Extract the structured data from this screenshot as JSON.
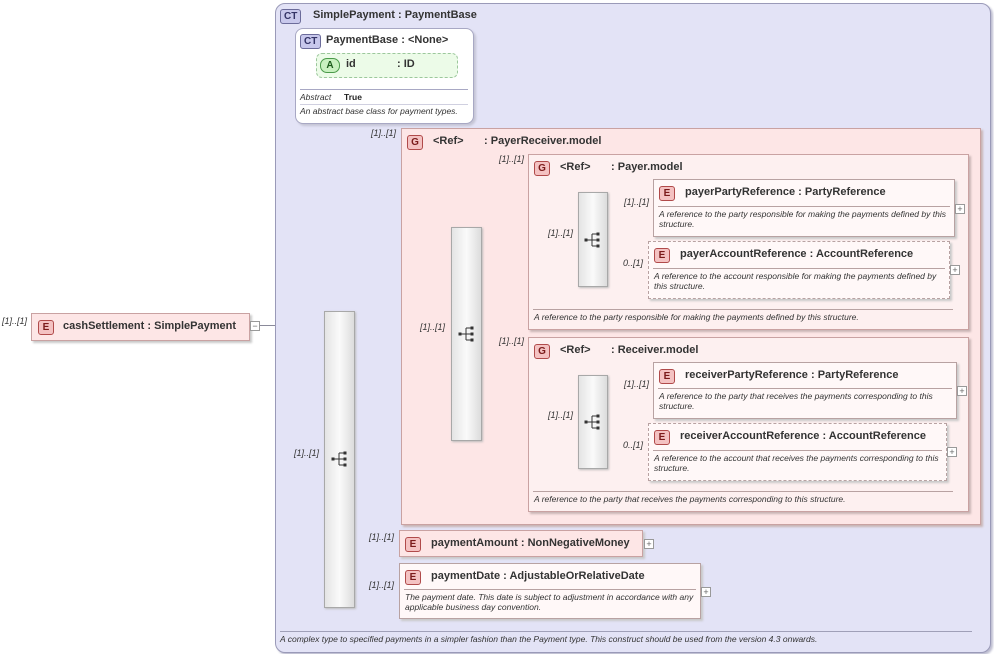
{
  "root_element": {
    "badge": "E",
    "name": "cashSettlement",
    "type": "SimplePayment",
    "cardinality": "[1]..[1]",
    "toggle": "−"
  },
  "complex_type": {
    "badge": "CT",
    "name": "SimplePayment",
    "type": "PaymentBase",
    "description": "A complex type to specified payments in a simpler fashion than the Payment type. This construct should be used from the version 4.3 onwards."
  },
  "base_type": {
    "badge": "CT",
    "name": "PaymentBase",
    "type": "<None>",
    "attribute": {
      "badge": "A",
      "name": "id",
      "type": "ID"
    },
    "prop_label": "Abstract",
    "prop_value": "True",
    "description": "An abstract base class for payment types."
  },
  "main_sequence": {
    "cardinality": "[1]..[1]"
  },
  "payer_receiver_group": {
    "badge": "G",
    "ref": "<Ref>",
    "type": "PayerReceiver.model",
    "cardinality": "[1]..[1]",
    "seq_cardinality": "[1]..[1]"
  },
  "payer_group": {
    "badge": "G",
    "ref": "<Ref>",
    "type": "Payer.model",
    "cardinality": "[1]..[1]",
    "seq_cardinality": "[1]..[1]",
    "description": "A reference to the party responsible for making the payments defined by this structure.",
    "elements": [
      {
        "badge": "E",
        "name": "payerPartyReference",
        "type": "PartyReference",
        "cardinality": "[1]..[1]",
        "description": "A reference to the party responsible for making the payments defined by this structure."
      },
      {
        "badge": "E",
        "name": "payerAccountReference",
        "type": "AccountReference",
        "cardinality": "0..[1]",
        "description": "A reference to the account responsible for making the payments defined by this structure."
      }
    ]
  },
  "receiver_group": {
    "badge": "G",
    "ref": "<Ref>",
    "type": "Receiver.model",
    "cardinality": "[1]..[1]",
    "seq_cardinality": "[1]..[1]",
    "description": "A reference to the party that receives the payments corresponding to this structure.",
    "elements": [
      {
        "badge": "E",
        "name": "receiverPartyReference",
        "type": "PartyReference",
        "cardinality": "[1]..[1]",
        "description": "A reference to the party that receives the payments corresponding to this structure."
      },
      {
        "badge": "E",
        "name": "receiverAccountReference",
        "type": "AccountReference",
        "cardinality": "0..[1]",
        "description": "A reference to the account that receives the payments corresponding to this structure."
      }
    ]
  },
  "payment_amount": {
    "badge": "E",
    "name": "paymentAmount",
    "type": "NonNegativeMoney",
    "cardinality": "[1]..[1]"
  },
  "payment_date": {
    "badge": "E",
    "name": "paymentDate",
    "type": "AdjustableOrRelativeDate",
    "cardinality": "[1]..[1]",
    "description": "The payment date. This date is subject to adjustment in accordance with any applicable business day convention."
  },
  "symbols": {
    "expand": "+",
    "separator": ":"
  }
}
